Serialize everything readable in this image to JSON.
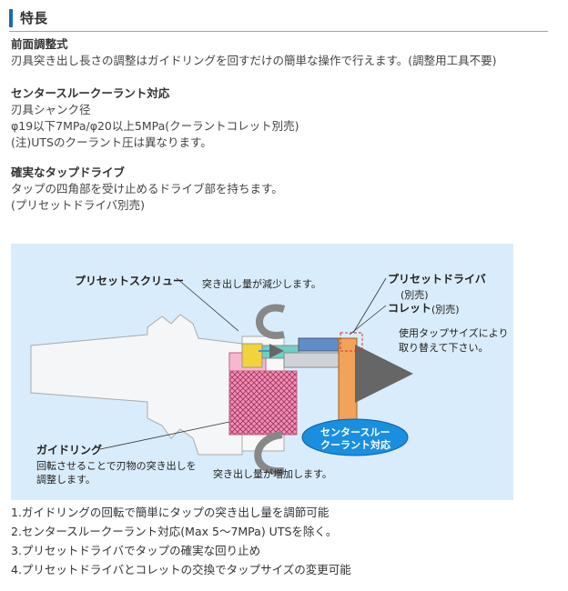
{
  "header": {
    "title": "特長"
  },
  "sections": [
    {
      "heading": "前面調整式",
      "lines": [
        "刃具突き出し長さの調整はガイドリングを回すだけの簡単な操作で行えます。(調整用工具不要)"
      ]
    },
    {
      "heading": "センタースルークーラント対応",
      "lines": [
        "刃具シャンク径",
        "φ19以下7MPa/φ20以上5MPa(クーラントコレット別売)",
        "(注)UTSのクーラント圧は異なります。"
      ]
    },
    {
      "heading": "確実なタップドライブ",
      "lines": [
        "タップの四角部を受け止めるドライブ部を持ちます。",
        "(プリセットドライバ別売)"
      ]
    }
  ],
  "figure": {
    "preset_screw": "プリセットスクリュー",
    "decrease_text": "突き出し量が減少します。",
    "preset_driver": "プリセットドライバ",
    "sold_separately_1": "(別売)",
    "collet": "コレット",
    "sold_separately_2": "(別売)",
    "replace_note_1": "使用タップサイズにより",
    "replace_note_2": "取り替えて下さい。",
    "center_through_1": "センタースルー",
    "center_through_2": "クーラント対応",
    "guide_ring": "ガイドリング",
    "guide_note_1": "回転させることで刃物の突き出しを",
    "guide_note_2": "調整します。",
    "increase_text": "突き出し量が増加します。"
  },
  "list": [
    "1.ガイドリングの回転で簡単にタップの突き出し量を調節可能",
    "2.センタースルークーラント対応(Max 5〜7MPa) UTSを除く。",
    "3.プリセットドライバでタップの確実な回り止め",
    "4.プリセットドライバとコレットの交換でタップサイズの変更可能"
  ]
}
